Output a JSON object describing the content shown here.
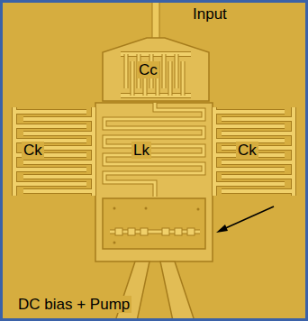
{
  "diagram": {
    "labels": [
      "Input",
      "Cc",
      "Ck",
      "Lk",
      "Ck",
      "DC bias + Pump"
    ]
  }
}
